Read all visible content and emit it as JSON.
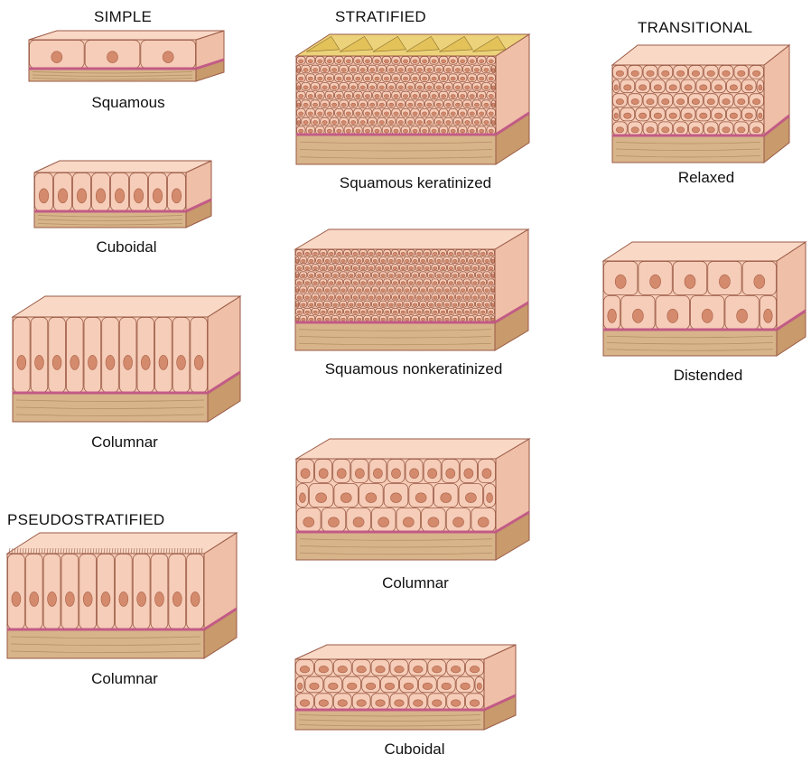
{
  "colors": {
    "cell_fill": "#f6cdb8",
    "cell_edge": "#9a5a45",
    "nucleus": "#d48a6c",
    "basement_membrane": "#c25b86",
    "connective_tissue": "#d8b48a",
    "connective_side": "#c89a6c",
    "keratin": "#ecd27a"
  },
  "headings": {
    "simple": "SIMPLE",
    "stratified": "STRATIFIED",
    "transitional": "TRANSITIONAL",
    "pseudostratified": "PSEUDOSTRATIFIED"
  },
  "labels": {
    "simple_squamous": "Squamous",
    "simple_cuboidal": "Cuboidal",
    "simple_columnar": "Columnar",
    "pseudo_columnar": "Columnar",
    "strat_squamous_keratinized": "Squamous keratinized",
    "strat_squamous_nonkeratinized": "Squamous nonkeratinized",
    "strat_columnar": "Columnar",
    "strat_cuboidal": "Cuboidal",
    "trans_relaxed": "Relaxed",
    "trans_distended": "Distended"
  }
}
